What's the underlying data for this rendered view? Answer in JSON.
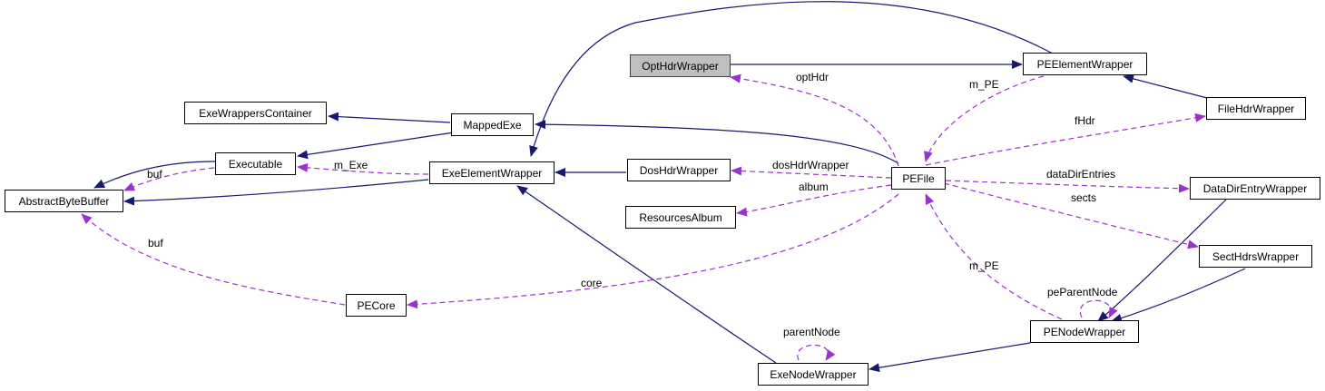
{
  "colors": {
    "inherit": "#191970",
    "usage": "#9a32cd",
    "focus_fill": "#bfbfbf"
  },
  "nodes": {
    "OptHdrWrapper": "OptHdrWrapper",
    "PEElementWrapper": "PEElementWrapper",
    "ExeWrappersContainer": "ExeWrappersContainer",
    "MappedExe": "MappedExe",
    "FileHdrWrapper": "FileHdrWrapper",
    "Executable": "Executable",
    "ExeElementWrapper": "ExeElementWrapper",
    "DosHdrWrapper": "DosHdrWrapper",
    "PEFile": "PEFile",
    "DataDirEntryWrapper": "DataDirEntryWrapper",
    "AbstractByteBuffer": "AbstractByteBuffer",
    "ResourcesAlbum": "ResourcesAlbum",
    "SectHdrsWrapper": "SectHdrsWrapper",
    "PECore": "PECore",
    "PENodeWrapper": "PENodeWrapper",
    "ExeNodeWrapper": "ExeNodeWrapper"
  },
  "edge_labels": {
    "optHdr": "optHdr",
    "m_PE_top": "m_PE",
    "fHdr": "fHdr",
    "buf_top": "buf",
    "m_Exe": "m_Exe",
    "dosHdrWrapper": "dosHdrWrapper",
    "album": "album",
    "dataDirEntries": "dataDirEntries",
    "sects": "sects",
    "buf_bottom": "buf",
    "core": "core",
    "m_PE_bottom": "m_PE",
    "peParentNode": "peParentNode",
    "parentNode": "parentNode"
  }
}
